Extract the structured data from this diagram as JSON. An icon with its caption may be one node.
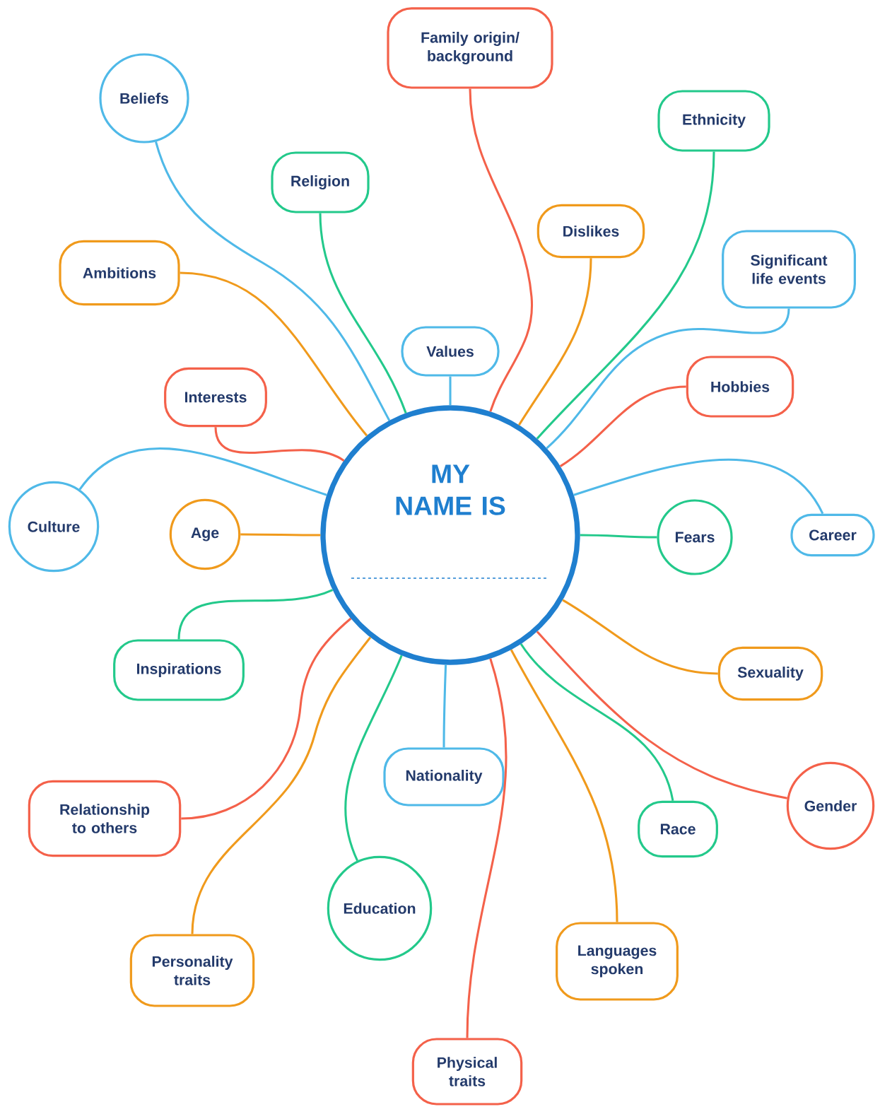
{
  "diagram": {
    "nodes": [
      {
        "text": [
          "MY NAME IS"
        ]
      },
      {
        "text": [
          "Family origin/ background"
        ]
      },
      {
        "text": [
          "Beliefs"
        ]
      },
      {
        "text": [
          "Ethnicity"
        ]
      },
      {
        "text": [
          "Religion"
        ]
      },
      {
        "text": [
          "Dislikes"
        ]
      },
      {
        "text": [
          "Significant life events"
        ]
      },
      {
        "text": [
          "Ambitions"
        ]
      },
      {
        "text": [
          "Values"
        ]
      },
      {
        "text": [
          "Hobbies"
        ]
      },
      {
        "text": [
          "Interests"
        ]
      },
      {
        "text": [
          "Culture"
        ]
      },
      {
        "text": [
          "Age"
        ]
      },
      {
        "text": [
          "Fears"
        ]
      },
      {
        "text": [
          "Career"
        ]
      },
      {
        "text": [
          "Inspirations"
        ]
      },
      {
        "text": [
          "Sexuality"
        ]
      },
      {
        "text": [
          "Nationality"
        ]
      },
      {
        "text": [
          "Gender"
        ]
      },
      {
        "text": [
          "Relationship to others"
        ]
      },
      {
        "text": [
          "Race"
        ]
      },
      {
        "text": [
          "Education"
        ]
      },
      {
        "text": [
          "Personality traits"
        ]
      },
      {
        "text": [
          "Languages spoken"
        ]
      },
      {
        "text": [
          "Physical traits"
        ]
      }
    ],
    "edges": [
      {
        "from": 0,
        "to": 1,
        "arrow": "none",
        "color": "#f4614a"
      },
      {
        "from": 0,
        "to": 2,
        "arrow": "none",
        "color": "#4fb9e8"
      },
      {
        "from": 0,
        "to": 3,
        "arrow": "none",
        "color": "#23c98b"
      },
      {
        "from": 0,
        "to": 4,
        "arrow": "none",
        "color": "#23c98b"
      },
      {
        "from": 0,
        "to": 5,
        "arrow": "none",
        "color": "#f09a1c"
      },
      {
        "from": 0,
        "to": 6,
        "arrow": "none",
        "color": "#4fb9e8"
      },
      {
        "from": 0,
        "to": 7,
        "arrow": "none",
        "color": "#f09a1c"
      },
      {
        "from": 0,
        "to": 8,
        "arrow": "none",
        "color": "#4fb9e8"
      },
      {
        "from": 0,
        "to": 9,
        "arrow": "none",
        "color": "#f4614a"
      },
      {
        "from": 0,
        "to": 10,
        "arrow": "none",
        "color": "#f4614a"
      },
      {
        "from": 0,
        "to": 11,
        "arrow": "none",
        "color": "#4fb9e8"
      },
      {
        "from": 0,
        "to": 12,
        "arrow": "none",
        "color": "#f09a1c"
      },
      {
        "from": 0,
        "to": 13,
        "arrow": "none",
        "color": "#23c98b"
      },
      {
        "from": 0,
        "to": 14,
        "arrow": "none",
        "color": "#4fb9e8"
      },
      {
        "from": 0,
        "to": 15,
        "arrow": "none",
        "color": "#23c98b"
      },
      {
        "from": 0,
        "to": 16,
        "arrow": "none",
        "color": "#f09a1c"
      },
      {
        "from": 0,
        "to": 17,
        "arrow": "none",
        "color": "#4fb9e8"
      },
      {
        "from": 0,
        "to": 18,
        "arrow": "none",
        "color": "#f4614a"
      },
      {
        "from": 0,
        "to": 19,
        "arrow": "none",
        "color": "#f4614a"
      },
      {
        "from": 0,
        "to": 20,
        "arrow": "none",
        "color": "#23c98b"
      },
      {
        "from": 0,
        "to": 21,
        "arrow": "none",
        "color": "#23c98b"
      },
      {
        "from": 0,
        "to": 22,
        "arrow": "none",
        "color": "#f09a1c"
      },
      {
        "from": 0,
        "to": 23,
        "arrow": "none",
        "color": "#f09a1c"
      },
      {
        "from": 0,
        "to": 24,
        "arrow": "none",
        "color": "#f4614a"
      }
    ]
  }
}
